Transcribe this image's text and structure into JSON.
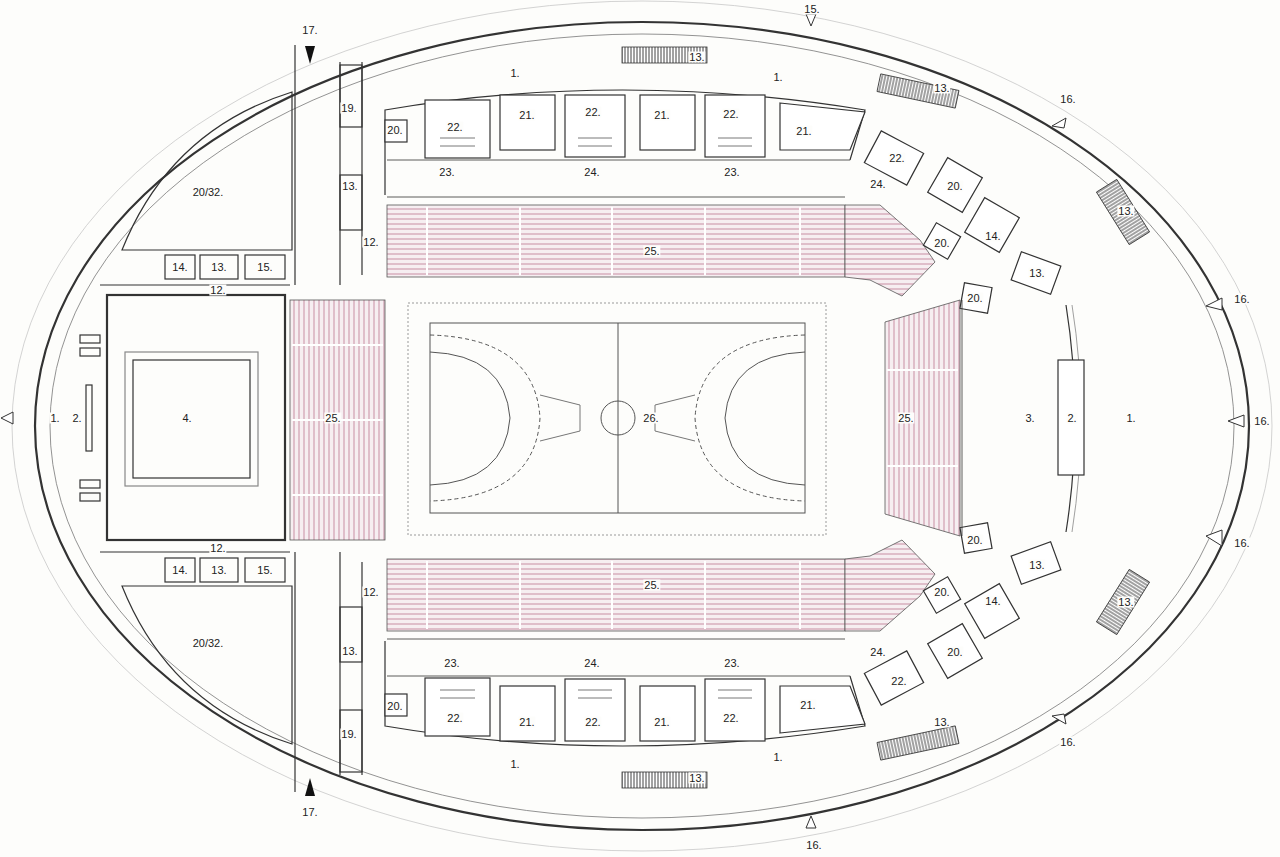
{
  "diagram": {
    "labels": [
      "17.",
      "15.",
      "13.",
      "1.",
      "1.",
      "13.",
      "16.",
      "19.",
      "21.",
      "22.",
      "21.",
      "22.",
      "22.",
      "20.",
      "21.",
      "22.",
      "23.",
      "24.",
      "23.",
      "24.",
      "13.",
      "20.",
      "20/32.",
      "13.",
      "14.",
      "12.",
      "20.",
      "25.",
      "14.",
      "13.",
      "15.",
      "13.",
      "12.",
      "20.",
      "16.",
      "1.",
      "2.",
      "4.",
      "25.",
      "26.",
      "25.",
      "3.",
      "2.",
      "1.",
      "16.",
      "20.",
      "16.",
      "12.",
      "13.",
      "14.",
      "13.",
      "15.",
      "25.",
      "12.",
      "20.",
      "14.",
      "13.",
      "20/32.",
      "13.",
      "24.",
      "20.",
      "23.",
      "24.",
      "23.",
      "22.",
      "21.",
      "20.",
      "22.",
      "22.",
      "21.",
      "22.",
      "21.",
      "13.",
      "19.",
      "16.",
      "1.",
      "1.",
      "13.",
      "17.",
      "16."
    ]
  }
}
